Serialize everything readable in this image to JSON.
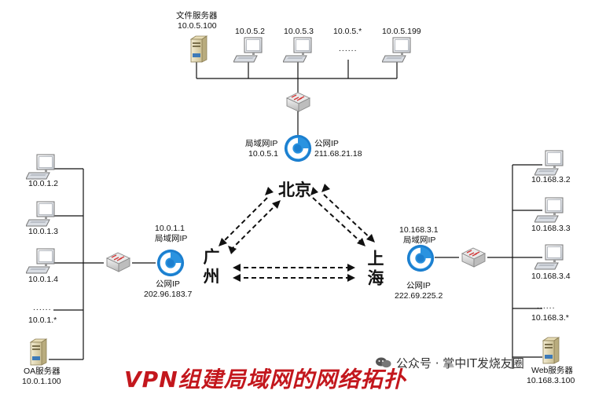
{
  "top": {
    "file_server": {
      "name": "文件服务器",
      "ip": "10.0.5.100"
    },
    "pcs": [
      "10.0.5.2",
      "10.0.5.3",
      "10.0.5.*",
      "10.0.5.199"
    ],
    "ellipsis": "......",
    "lan_label": "局域网IP",
    "lan_ip": "10.0.5.1",
    "wan_label": "公网IP",
    "wan_ip": "211.68.21.18"
  },
  "left": {
    "pcs": [
      "10.0.1.2",
      "10.0.1.3",
      "10.0.1.4"
    ],
    "ellipsis": "......",
    "wildcard": "10.0.1.*",
    "server": {
      "name": "OA服务器",
      "ip": "10.0.1.100"
    },
    "lan_ip": "10.0.1.1",
    "lan_label": "局域网IP",
    "wan_label": "公网IP",
    "wan_ip": "202.96.183.7"
  },
  "right": {
    "pcs": [
      "10.168.3.2",
      "10.168.3.3",
      "10.168.3.4"
    ],
    "ellipsis": "......",
    "wildcard": "10.168.3.*",
    "server": {
      "name": "Web服务器",
      "ip": "10.168.3.100"
    },
    "lan_ip": "10.168.3.1",
    "lan_label": "局域网IP",
    "wan_label": "公网IP",
    "wan_ip": "222.69.225.2"
  },
  "cities": {
    "beijing": "北京",
    "guangzhou": "广州",
    "shanghai": "上海"
  },
  "title": "VPN组建局域网的网络拓扑",
  "watermark": "公众号 · 掌中IT发烧友圈"
}
